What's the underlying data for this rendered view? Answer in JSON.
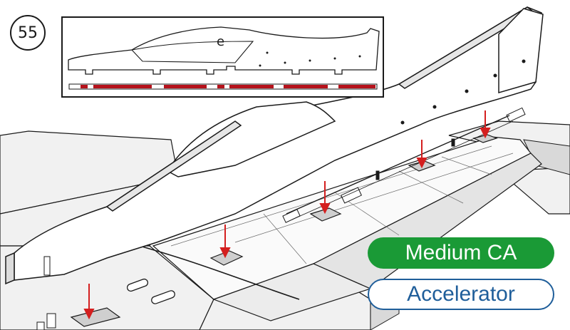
{
  "step_number": "55",
  "part_letter": "e",
  "glue_label": "Medium CA",
  "glue_type_label": "Accelerator",
  "colors": {
    "glue_pill": "#1a9a36",
    "type_outline": "#1f5e9a",
    "arrow": "#d41f1f",
    "glue_strip": "#b5121b",
    "outline": "#1a1a1a"
  },
  "icons": [
    "glue-arrow-icon"
  ]
}
